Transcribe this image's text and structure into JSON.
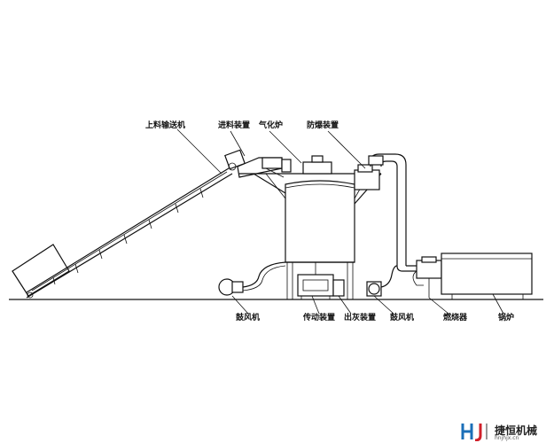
{
  "labels": {
    "conveyor": "上料输送机",
    "feeder": "进料装置",
    "gasifier": "气化炉",
    "explosion_proof": "防爆装置",
    "blower_left": "鼓风机",
    "transmission": "传动装置",
    "ash_discharge": "出灰装置",
    "blower_right": "鼓风机",
    "burner": "燃烧器",
    "boiler": "锅炉"
  },
  "brand": {
    "name": "捷恒机械",
    "url": "hnjhjx.cn",
    "logo_letters": "HJ"
  }
}
